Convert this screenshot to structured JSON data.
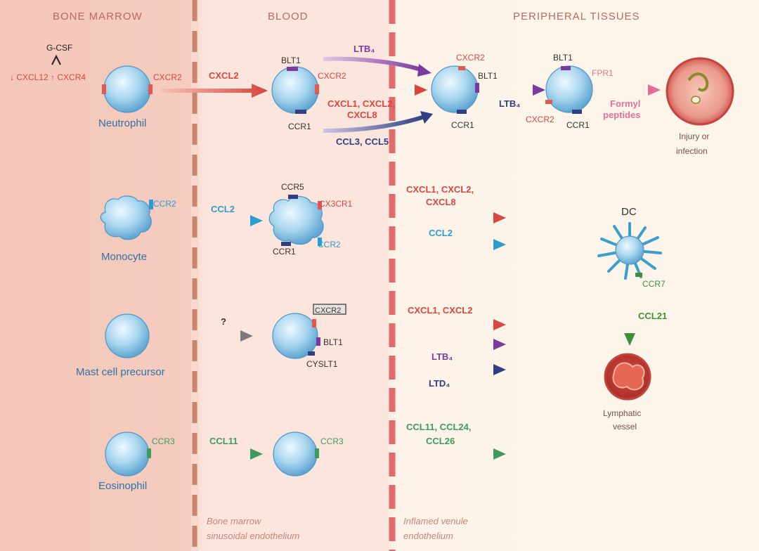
{
  "regions": {
    "bone_marrow": "BONE MARROW",
    "blood": "BLOOD",
    "peripheral": "PERIPHERAL TISSUES"
  },
  "endothelium": {
    "bone_marrow": [
      "Bone marrow",
      "sinusoidal endothelium"
    ],
    "inflamed": [
      "Inflamed venule",
      "endothelium"
    ]
  },
  "neutrophil": {
    "gcsf": "G-CSF",
    "regulation": "↓ CXCL12  ↑ CXCR4",
    "receptor": "CXCR2",
    "name": "Neutrophil",
    "arrow_label": "CXCL2",
    "blood_blt1": "BLT1",
    "blood_cxcr2": "CXCR2",
    "blood_ccr1": "CCR1",
    "arrow_ltb4": "LTB₄",
    "arrow_cxcl_line1": "CXCL1, CXCL2,",
    "arrow_cxcl_line2": "CXCL8",
    "arrow_ccl": "CCL3, CCL5",
    "tissue1_cxcr2": "CXCR2",
    "tissue1_blt1": "BLT1",
    "tissue1_ccr1": "CCR1",
    "arrow_ltb4_2": "LTB₄",
    "tissue2_blt1": "BLT1",
    "tissue2_cxcr2": "CXCR2",
    "tissue2_ccr1": "CCR1",
    "formyl_line1": "Formyl",
    "formyl_line2": "peptides",
    "injury_line1": "Injury or",
    "injury_line2": "infection"
  },
  "monocyte": {
    "receptor": "CCR2",
    "name": "Monocyte",
    "arrow_label": "CCL2",
    "blood_ccr5": "CCR5",
    "blood_cx3cr1": "CX3CR1",
    "blood_ccr2": "CCR2",
    "blood_ccr1": "CCR1",
    "out_line1": "CXCL1, CXCL2,",
    "out_line2": "CXCL8",
    "out_ccl2": "CCL2"
  },
  "mast": {
    "name": "Mast cell precursor",
    "arrow_label": "?",
    "blood_cxcr2": "CXCR2",
    "blood_blt1": "BLT1",
    "blood_cyslt1": "CYSLT1",
    "out_cxcl": "CXCL1, CXCL2",
    "out_ltb4": "LTB₄",
    "out_ltd4": "LTD₄"
  },
  "eosinophil": {
    "receptor": "CCR3",
    "name": "Eosinophil",
    "arrow_label": "CCL11",
    "blood_ccr3": "CCR3",
    "out_line1": "CCL11, CCL24,",
    "out_line2": "CCL26"
  },
  "dc": {
    "name": "DC",
    "receptor": "CCR7",
    "arrow_label": "CCL21",
    "lymph_line1": "Lymphatic",
    "lymph_line2": "vessel"
  },
  "colors": {
    "red": "#d9473e",
    "purple": "#7a3a9e",
    "navy": "#2f3f82",
    "blue": "#2c9dd0",
    "gray": "#8a8a8a",
    "green": "#3f9a5e",
    "pink": "#e0709a",
    "cell_text": "#2f72a8"
  }
}
